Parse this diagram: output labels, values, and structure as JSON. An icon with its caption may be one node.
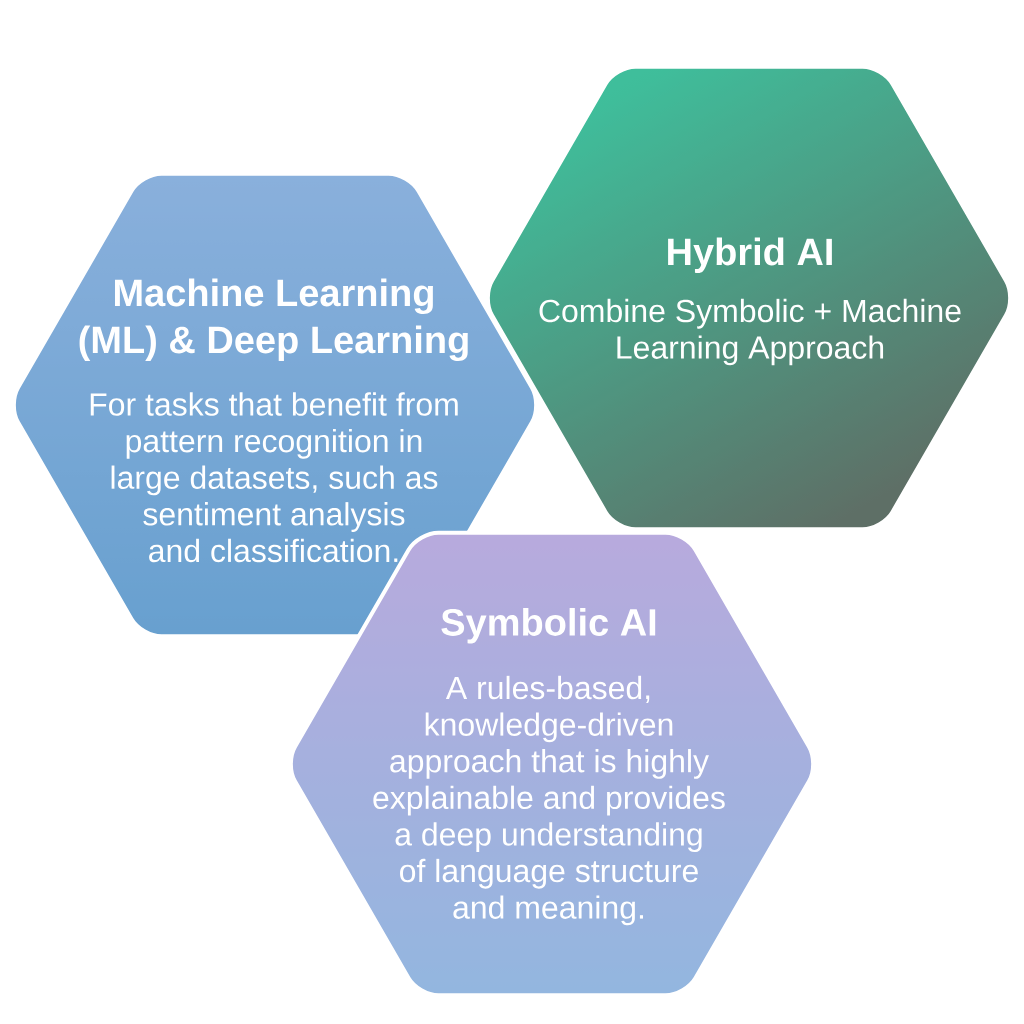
{
  "diagram": {
    "nodes": [
      {
        "text": [
          "Machine Learning (ML) & Deep Learning",
          "For tasks that benefit from pattern recognition in large datasets, such as sentiment analysis and classification."
        ]
      },
      {
        "text": [
          "Hybrid AI",
          "Combine Symbolic + Machine Learning Approach"
        ]
      },
      {
        "text": [
          "Symbolic AI",
          "A rules-based, knowledge-driven approach that is highly explainable and provides a deep understanding of language structure and meaning."
        ]
      }
    ]
  }
}
